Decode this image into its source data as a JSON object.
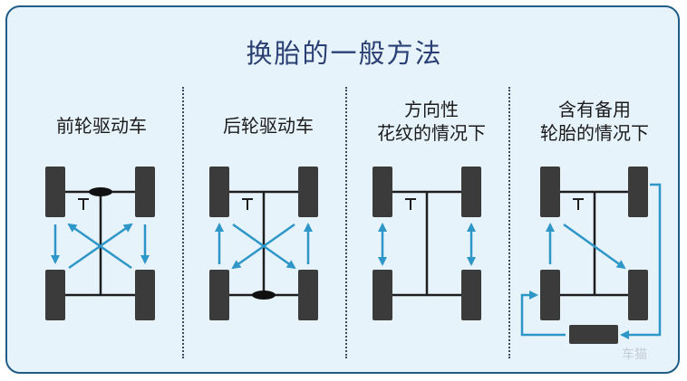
{
  "title": "换胎的一般方法",
  "columns": [
    {
      "label_lines": [
        "前轮驱动车"
      ]
    },
    {
      "label_lines": [
        "后轮驱动车"
      ]
    },
    {
      "label_lines": [
        "方向性",
        "花纹的情况下"
      ]
    },
    {
      "label_lines": [
        "含有备用",
        "轮胎的情况下"
      ]
    }
  ],
  "watermark": "车猫",
  "colors": {
    "frame_border": "#1f5c86",
    "background": "#e6f3fb",
    "title": "#2a3f73",
    "tire": "#3b3b3b",
    "axle": "#1e1e1e",
    "arrow": "#2e97c8"
  }
}
